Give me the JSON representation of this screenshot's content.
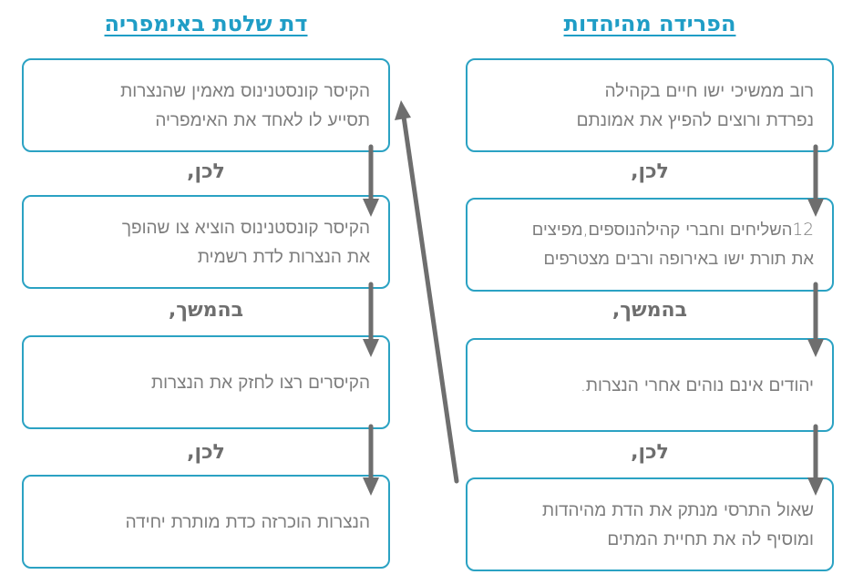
{
  "right_column": {
    "title": "הפרידה מהיהדות",
    "boxes": [
      "רוב ממשיכי ישו חיים בקהילה\nנפרדת ורוצים להפיץ את אמונתם",
      "12השליחים וחברי קהילהנוספים,מפיצים\nאת תורת ישו באירופה ורבים מצטרפים",
      "יהודים אינם נוהים אחרי הנצרות.",
      "שאול התרסי מנתק את הדת מהיהדות\nומוסיף לה את תחיית המתים"
    ],
    "connectors": [
      "לכן,",
      "בהמשך,",
      "לכן,"
    ]
  },
  "left_column": {
    "title": "דת שלטת באימפריה",
    "boxes": [
      "הקיסר קונסטנינוס מאמין שהנצרות\nתסייע לו לאחד את האימפריה",
      "הקיסר קונסטנינוס הוציא צו שהופך\nאת הנצרות לדת רשמית",
      "הקיסרים רצו לחזק את הנצרות",
      "הנצרות הוכרזה כדת מותרת יחידה"
    ],
    "connectors": [
      "לכן,",
      "בהמשך,",
      "לכן,"
    ]
  },
  "colors": {
    "accent": "#1f9dc6",
    "border": "#2ba2c3",
    "arrow": "#6e6e6e",
    "text": "#7d7d7d"
  }
}
